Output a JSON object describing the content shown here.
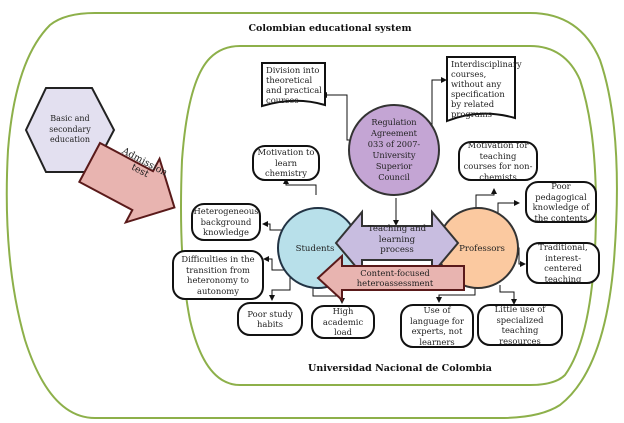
{
  "diagram": {
    "outer_container": {
      "title": "Colombian educational system",
      "color": "#8db04a"
    },
    "inner_container": {
      "title": "Universidad Nacional de Colombia",
      "color": "#8db04a"
    },
    "basic_education": {
      "label": "Basic and secondary education",
      "fill": "#e3e0f0"
    },
    "admission_arrow": {
      "label": "Admission test",
      "fill": "#e8b4b0",
      "stroke": "#5a1a1a"
    },
    "regulation": {
      "label": "Regulation Agreement 033 of 2007- University Superior Council",
      "fill": "#c4a5d4"
    },
    "students": {
      "label": "Students",
      "fill": "#b8e0ea"
    },
    "professors": {
      "label": "Professors",
      "fill": "#fbc9a0"
    },
    "teaching_arrow": {
      "label": "Teaching and learning process",
      "fill": "#c8bde0"
    },
    "assessment_arrow": {
      "label": "Content-focused heteroassessment",
      "fill": "#e8b4b0"
    },
    "regulation_outcomes": [
      {
        "label": "Division into theoretical and practical courses"
      },
      {
        "label": "Interdisciplinary courses, without any specification by related programs"
      }
    ],
    "student_issues": [
      {
        "label": "Motivation to learn chemistry"
      },
      {
        "label": "Heterogeneous background knowledge"
      },
      {
        "label": "Difficulties in the transition from heteronomy to autonomy"
      },
      {
        "label": "Poor study habits"
      },
      {
        "label": "High academic load"
      }
    ],
    "professor_issues": [
      {
        "label": "Motivation for teaching courses for non-chemists"
      },
      {
        "label": "Poor pedagogical knowledge of the contents"
      },
      {
        "label": "Traditional, interest-centered teaching"
      },
      {
        "label": "Use of language for experts, not learners"
      },
      {
        "label": "Little use of specialized teaching resources"
      }
    ]
  }
}
